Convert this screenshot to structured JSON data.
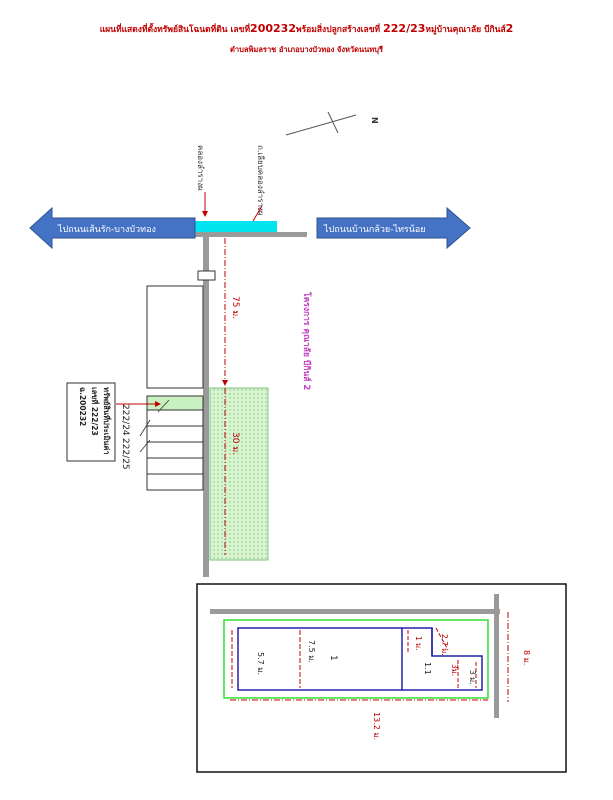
{
  "title": {
    "line1_a": "แผนที่แสดงที่ตั้งทรัพย์สินโฉนดที่ดิน เลขที่",
    "line1_deed": "200232",
    "line1_b": "พร้อมสิ่งปลูกสร้างเลขที่",
    "line1_house": "222/23",
    "line1_c": "หมู่บ้านคุณาลัย บีกินส์",
    "line1_num": "2",
    "line2": "ตำบลพิมลราช อำเภอบางบัวทอง จังหวัดนนทบุรี"
  },
  "compass": {
    "north": "N"
  },
  "map": {
    "canal_label": "คลองลำรางผ",
    "canal_road_label": "ถ.เลียบคลองลำรางผ",
    "arrow_left": "ไปถนนเส้นรัก-บางบัวทอง",
    "arrow_right": "ไปถนนบ้านกล้วย-ไทรน้อย",
    "distance_1": "75 ม.",
    "distance_2": "30 ม.",
    "project": "โครงการ คุณาลัย บีกินส์ 2",
    "property_box": [
      "ทรัพย์สินที่ประเมินค่า",
      "เลขที่ 222/23",
      "ฉ.200232"
    ],
    "house_a": "222/24",
    "house_b": "222/25",
    "colors": {
      "canal": "#00e5ef",
      "arrow": "#4472c4",
      "green_zone": "#c9f0c0",
      "red": "#c00000",
      "purple": "#c040c0"
    }
  },
  "plan": {
    "dims": {
      "a": "8 ม.",
      "b": "2.7 ม.",
      "c": "1 ม.",
      "d": "3ม.",
      "e": "3 ม.",
      "f": "7.5 ม.",
      "g": "5.7 ม.",
      "h": "13.2 ม."
    },
    "room_1": "1",
    "room_2": "1.1"
  }
}
